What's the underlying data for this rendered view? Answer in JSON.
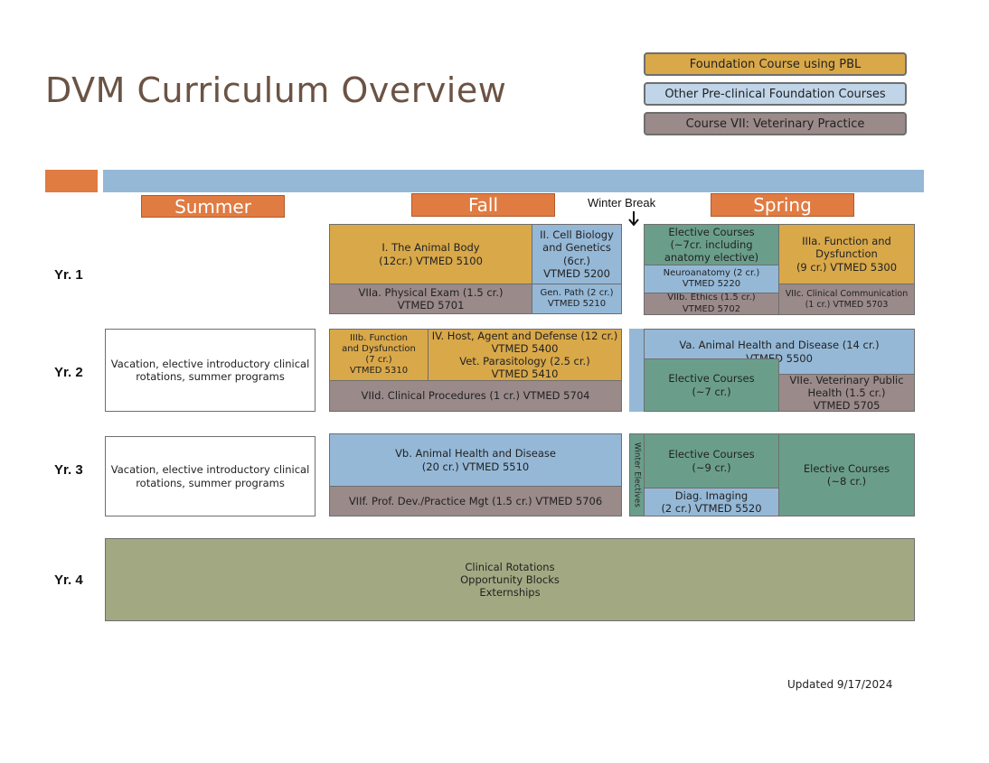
{
  "title": "DVM Curriculum Overview",
  "legend": [
    {
      "label": "Foundation Course using PBL",
      "color": "#d9a849"
    },
    {
      "label": "Other Pre-clinical Foundation Courses",
      "color": "#95b8d7"
    },
    {
      "label": "Course VII:  Veterinary Practice",
      "color": "#9b8a8a"
    }
  ],
  "semesters": {
    "summer": "Summer",
    "fall": "Fall",
    "spring": "Spring"
  },
  "winter_break": "Winter Break",
  "years": {
    "y1": "Yr. 1",
    "y2": "Yr. 2",
    "y3": "Yr. 3",
    "y4": "Yr. 4"
  },
  "summer": {
    "y2": "Vacation, elective introductory clinical\nrotations, summer programs",
    "y3": "Vacation, elective introductory clinical\nrotations, summer programs"
  },
  "yr1": {
    "animal_body": "I.  The Animal Body\n(12cr.) VTMED 5100",
    "cell_bio": "II. Cell Biology\nand Genetics\n(6cr.)\nVTMED 5200",
    "phys_exam": "VIIa. Physical Exam (1.5 cr.)\nVTMED 5701",
    "gen_path": "Gen. Path (2 cr.)\nVTMED 5210",
    "elective": "Elective Courses\n(~7cr. including\nanatomy elective)",
    "func_dys": "IIIa. Function and\nDysfunction\n(9 cr.) VTMED 5300",
    "neuroanatomy": "Neuroanatomy (2 cr.)\nVTMED 5220",
    "ethics": "VIIb. Ethics  (1.5 cr.)\nVTMED 5702",
    "clin_comm": "VIIc. Clinical Communication\n(1 cr.) VTMED 5703"
  },
  "yr2": {
    "func_dys": "IIIb. Function\nand Dysfunction\n(7 cr.)\nVTMED 5310",
    "host_agent": "IV. Host, Agent and Defense (12 cr.)\nVTMED 5400\nVet. Parasitology (2.5 cr.)\nVTMED 5410",
    "clin_proc": "VIId. Clinical Procedures (1 cr.) VTMED 5704",
    "animal_health": "Va. Animal Health and Disease (14 cr.)\nVTMED 5500",
    "elective": "Elective Courses\n(~7 cr.)",
    "vet_public": "VIIe. Veterinary Public\nHealth (1.5 cr.)\nVTMED 5705"
  },
  "yr3": {
    "animal_health": "Vb. Animal Health and Disease\n(20 cr.) VTMED 5510",
    "prof_dev": "VIIf. Prof. Dev./Practice Mgt (1.5 cr.) VTMED 5706",
    "winter_electives": "Winter Electives",
    "elective_9": "Elective Courses\n(~9 cr.)",
    "diag_imaging": "Diag. Imaging\n(2 cr.) VTMED 5520",
    "elective_8": "Elective Courses\n(~8 cr.)"
  },
  "yr4": {
    "rotations": "Clinical Rotations\nOpportunity Blocks\nExternships"
  },
  "updated": "Updated 9/17/2024"
}
